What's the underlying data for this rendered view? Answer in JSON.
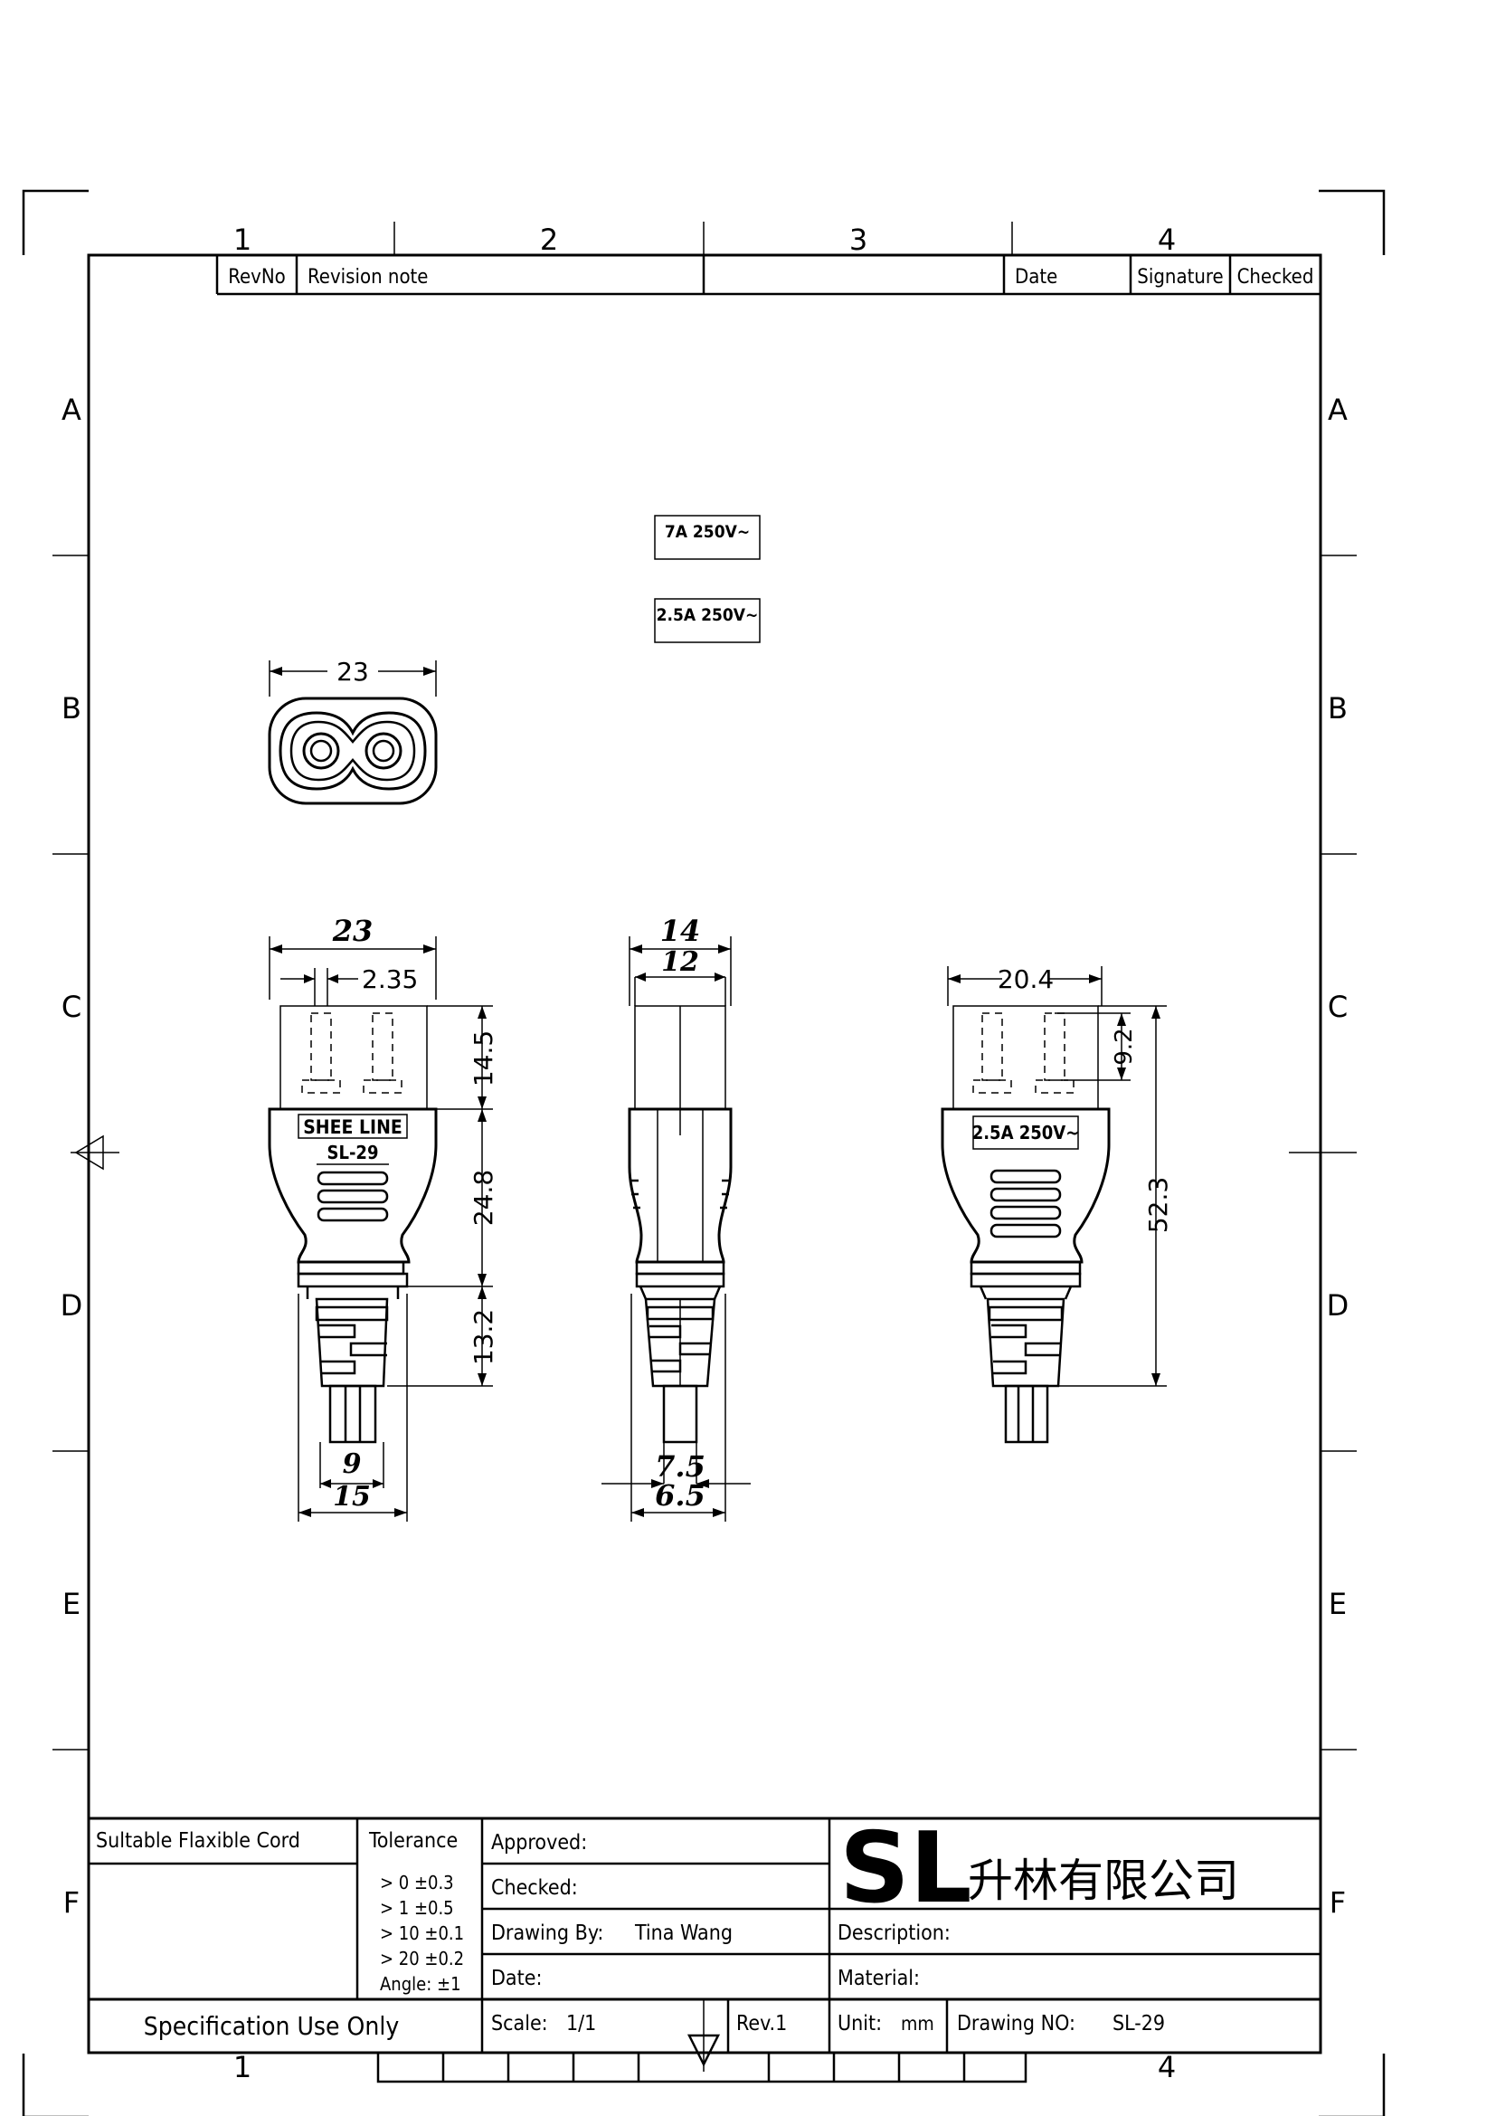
{
  "frame": {
    "columns": [
      "1",
      "2",
      "3",
      "4"
    ],
    "rows": [
      "A",
      "B",
      "C",
      "D",
      "E",
      "F"
    ]
  },
  "revision_table": {
    "rev_no": "RevNo",
    "revision_note": "Revision note",
    "date": "Date",
    "signature": "Signature",
    "checked": "Checked"
  },
  "rating_labels": [
    "7A 250V~",
    "2.5A 250V~"
  ],
  "dimensions": {
    "face_width": "23",
    "front_width": "23",
    "pin_width": "2.35",
    "head_height": "14.5",
    "body_height": "24.8",
    "boot_height": "13.2",
    "cable_inner": "9",
    "cable_outer": "15",
    "side_outer": "14",
    "side_inner": "12",
    "side_cable_outer": "7.5",
    "side_cable_inner": "6.5",
    "back_width": "20.4",
    "back_pin_height": "9.2",
    "overall_length": "52.3"
  },
  "connector_text": {
    "brand": "SHEE LINE",
    "model": "SL-29",
    "rating": "2.5A 250V~"
  },
  "title_block": {
    "cord_label": "Sultable Flaxible Cord",
    "tolerance_label": "Tolerance",
    "tolerances": [
      "> 0  ±0.3",
      "> 1  ±0.5",
      "> 10  ±0.1",
      "> 20  ±0.2",
      "Angle: ±1"
    ],
    "approved": "Approved:",
    "checked": "Checked:",
    "drawing_by_label": "Drawing By:",
    "drawing_by": "Tina Wang",
    "date_label": "Date:",
    "logo": "SL",
    "company": "升林有限公司",
    "description": "Description:",
    "material": "Material:",
    "spec_use": "Specification Use Only",
    "scale_label": "Scale:",
    "scale": "1/1",
    "rev": "Rev.1",
    "unit_label": "Unit:",
    "unit": "mm",
    "drawing_no_label": "Drawing NO:",
    "drawing_no": "SL-29"
  },
  "bottom_columns": [
    "1",
    "4"
  ]
}
